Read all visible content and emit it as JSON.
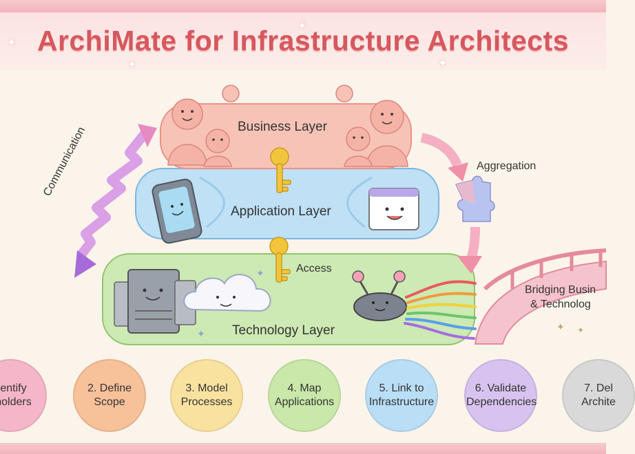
{
  "title": "ArchiMate for Infrastructure Architects",
  "layers": {
    "business": "Business Layer",
    "application": "Application Layer",
    "technology": "Technology Layer"
  },
  "relations": {
    "communication": "Communication",
    "aggregation": "Aggregation",
    "access": "Access",
    "bridging_line1": "Bridging Busin",
    "bridging_line2": "& Technolog"
  },
  "steps": [
    {
      "line1": "dentify",
      "line2": "eholders",
      "color": "#f6b6c9"
    },
    {
      "line1": "2. Define",
      "line2": "Scope",
      "color": "#f7c19a"
    },
    {
      "line1": "3. Model",
      "line2": "Processes",
      "color": "#f9e2a0"
    },
    {
      "line1": "4. Map",
      "line2": "Applications",
      "color": "#c9e8a9"
    },
    {
      "line1": "5. Link to",
      "line2": "Infrastructure",
      "color": "#b9def6"
    },
    {
      "line1": "6. Validate",
      "line2": "Dependencies",
      "color": "#d8c3f0"
    },
    {
      "line1": "7. Del",
      "line2": "Archite",
      "color": "#d9d9d9"
    }
  ],
  "colors": {
    "title": "#d6585f",
    "business": "#f7c3b6",
    "application": "#bfe0f5",
    "technology": "#cde9b4",
    "key": "#f2c53d",
    "arrow": "#e58bc1"
  }
}
